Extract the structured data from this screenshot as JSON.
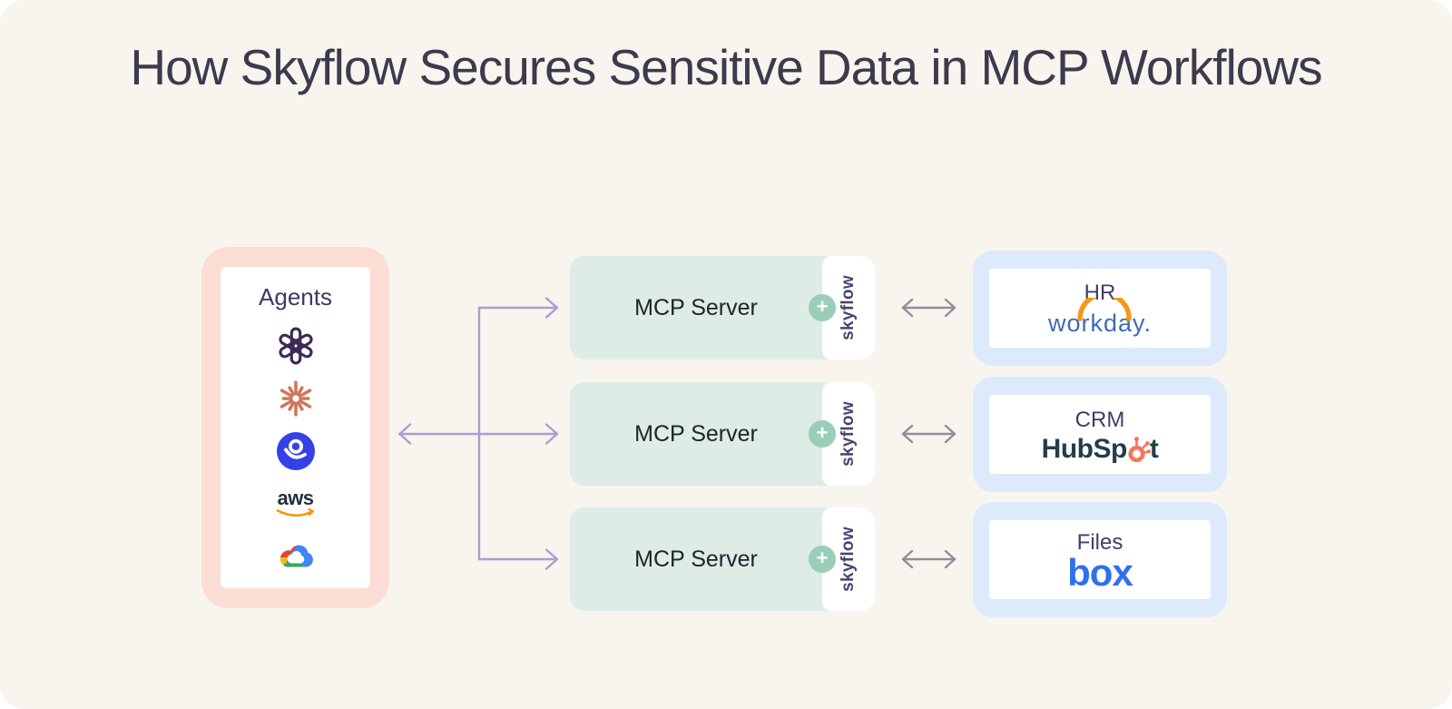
{
  "title": "How Skyflow Secures Sensitive Data in MCP Workflows",
  "agents": {
    "label": "Agents",
    "icons": [
      {
        "name": "openai-logo"
      },
      {
        "name": "anthropic-logo"
      },
      {
        "name": "g-logo",
        "letter": "g"
      },
      {
        "name": "aws-logo",
        "text": "aws"
      },
      {
        "name": "google-cloud-logo"
      }
    ]
  },
  "mcp_servers": [
    {
      "label": "MCP Server",
      "badge": "+",
      "addon": "skyflow"
    },
    {
      "label": "MCP Server",
      "badge": "+",
      "addon": "skyflow"
    },
    {
      "label": "MCP Server",
      "badge": "+",
      "addon": "skyflow"
    }
  ],
  "destinations": [
    {
      "category": "HR",
      "vendor": "workday."
    },
    {
      "category": "CRM",
      "vendor": "HubSpot",
      "vendor_prefix": "HubSp",
      "vendor_suffix": "t"
    },
    {
      "category": "Files",
      "vendor": "box"
    }
  ],
  "colors": {
    "background": "#f8f5ee",
    "title_text": "#3c3a4e",
    "agents_border_pink": "#fbddd3",
    "mcp_mint": "#ddece5",
    "dest_blue": "#ddeafb",
    "fanout_arrow_lavender": "#a5a0d2",
    "sync_arrow_gray": "#8f8e9c",
    "plus_badge_teal": "#9bceb9",
    "skyflow_indigo": "#4a4273",
    "openai_purple": "#3c2a55",
    "anthropic_rust": "#cc785c",
    "g_blue": "#3640e8",
    "aws_dark": "#26303d",
    "aws_orange": "#f79400",
    "workday_blue": "#3e6cb6",
    "workday_orange": "#f2991c",
    "hubspot_dark": "#243d48",
    "hubspot_orange": "#f4765c",
    "box_blue": "#2f70ec"
  }
}
